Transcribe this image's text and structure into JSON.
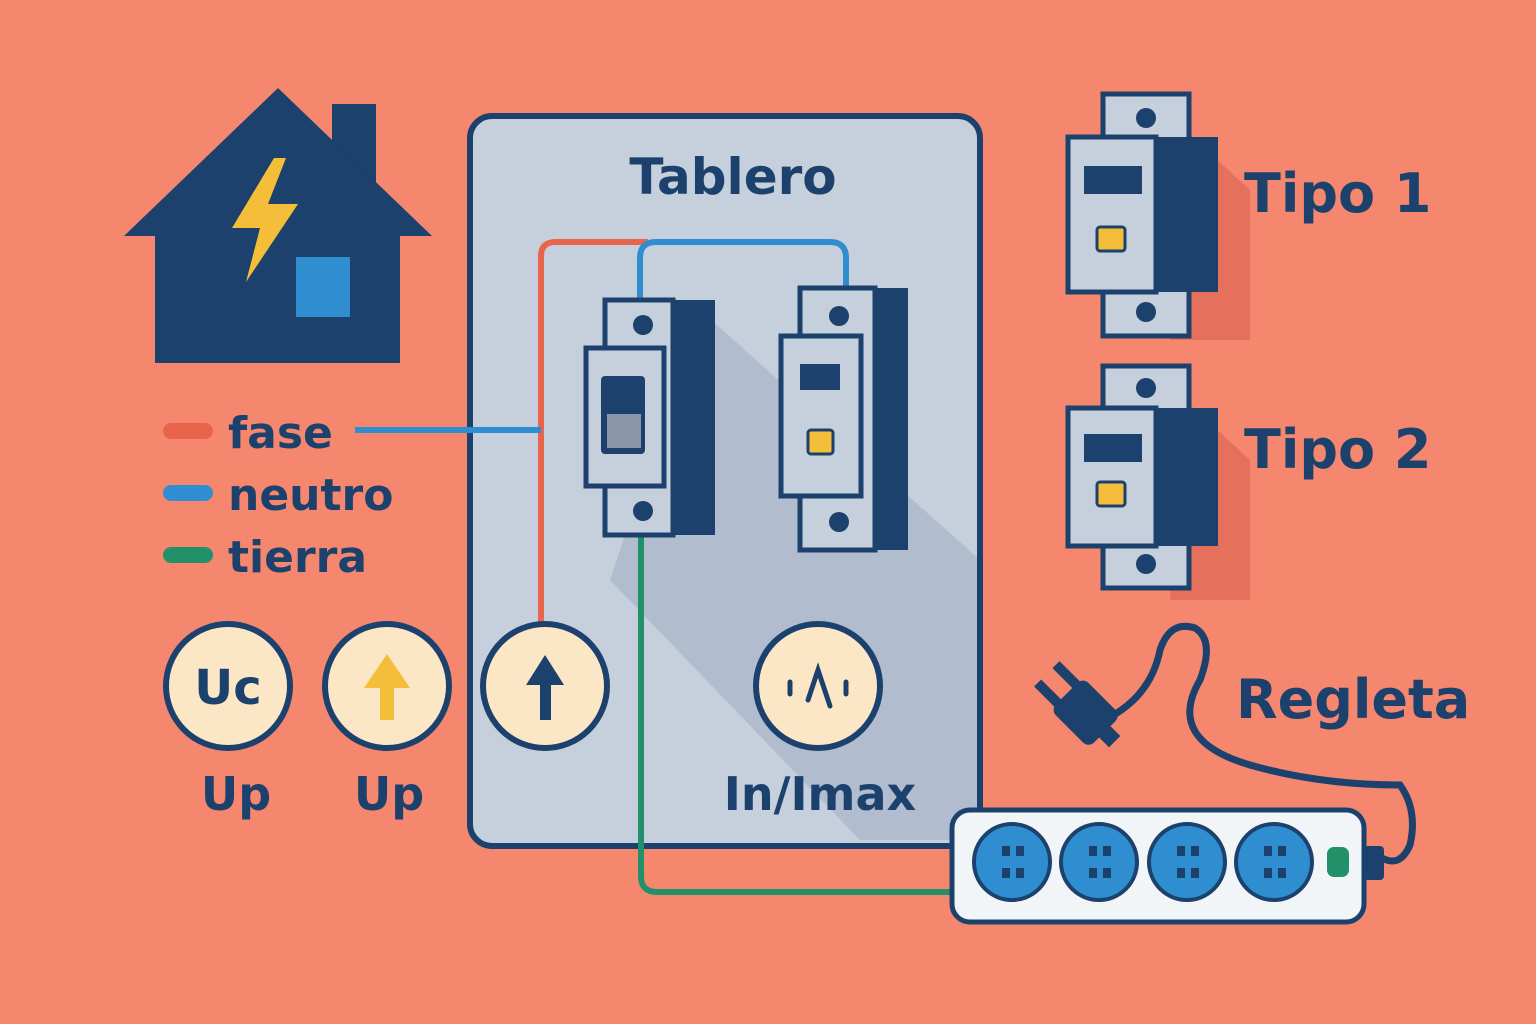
{
  "colors": {
    "background": "#F5876F",
    "navy": "#1C416D",
    "panel": "#C6CFDC",
    "fase": "#E8644A",
    "neutro": "#2F8ECF",
    "tierra": "#22916A",
    "lightning": "#F4BE3A",
    "badge_fill": "#FBE7C6",
    "window_blue": "#2F8ECF"
  },
  "panel": {
    "title": "Tablero"
  },
  "legend": [
    {
      "label": "fase",
      "color": "#E8644A"
    },
    {
      "label": "neutro",
      "color": "#2F8ECF"
    },
    {
      "label": "tierra",
      "color": "#22916A"
    }
  ],
  "badges": [
    {
      "icon": "uc-text-icon",
      "text": "Uc",
      "caption": "Up"
    },
    {
      "icon": "up-arrow-yellow-icon",
      "caption": "Up"
    },
    {
      "icon": "up-arrow-navy-icon"
    },
    {
      "icon": "current-wave-icon",
      "caption": "In/Imax"
    }
  ],
  "devices": [
    {
      "label": "Tipo 1"
    },
    {
      "label": "Tipo 2"
    }
  ],
  "power_strip": {
    "label": "Regleta",
    "outlets": 4
  }
}
